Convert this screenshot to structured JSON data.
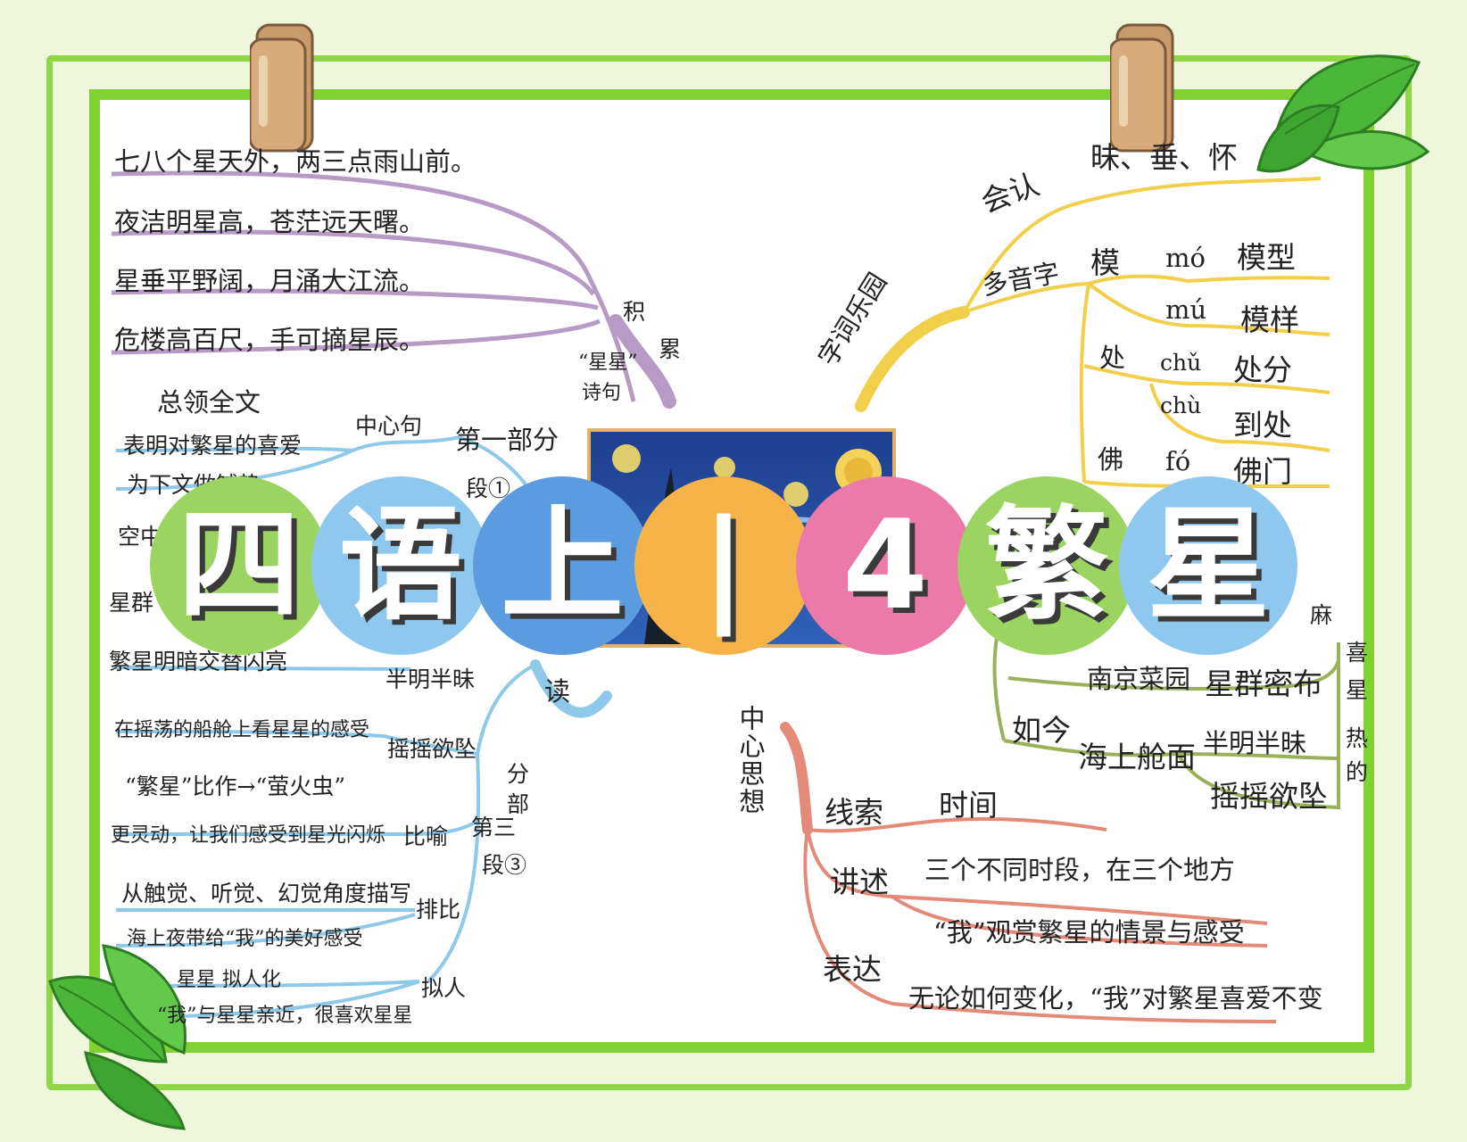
{
  "title": {
    "chars": [
      "四",
      "语",
      "上",
      "|",
      "4",
      "繁",
      "星"
    ],
    "colors": [
      "#9bd460",
      "#8fc8ee",
      "#5b9be0",
      "#f6b34a",
      "#ec7aa8",
      "#9bd460",
      "#8fc8ee"
    ]
  },
  "branch_poems": {
    "label_top": "积",
    "label_bottom": "累",
    "caption_line1": "“星星”",
    "caption_line2": "诗句",
    "lines": [
      "七八个星天外，两三点雨山前。",
      "夜洁明星高，苍茫远天曙。",
      "星垂平野阔，月涌大江流。",
      "危楼高百尺，手可摘星辰。"
    ]
  },
  "branch_words": {
    "label": "字词乐园",
    "huiren": {
      "label": "会认",
      "chars": "昧、垂、怀"
    },
    "duoyin": {
      "label": "多音字",
      "groups": [
        {
          "char": "模",
          "readings": [
            {
              "pinyin": "mó",
              "word": "模型"
            },
            {
              "pinyin": "mú",
              "word": "模样"
            }
          ]
        },
        {
          "char": "处",
          "readings": [
            {
              "pinyin": "chǔ",
              "word": "处分"
            },
            {
              "pinyin": "chù",
              "word": "到处"
            }
          ]
        },
        {
          "char": "佛",
          "readings": [
            {
              "pinyin": "fó",
              "word": "佛门"
            }
          ]
        }
      ]
    }
  },
  "branch_reading": {
    "label": "读",
    "part1": {
      "label": "第一部分",
      "para": "段①",
      "center": "中心句",
      "items": [
        "总领全文",
        "表明对繁星的喜爱",
        "为下文做铺垫"
      ],
      "fragments": [
        "空中",
        "星群"
      ]
    },
    "mid": {
      "item1": "繁星明暗交替闪亮",
      "item2": "半明半昧"
    },
    "part3": {
      "label_fen": "分",
      "label_bu": "部",
      "label_di": "第三",
      "para": "段③",
      "groups": [
        {
          "tag": "摇摇欲坠",
          "items": [
            "在摇荡的船舱上看星星的感受"
          ]
        },
        {
          "tag": "比喻",
          "items": [
            "“繁星”比作→“萤火虫”",
            "更灵动，让我们感受到星光闪烁"
          ]
        },
        {
          "tag": "排比",
          "items": [
            "从触觉、听觉、幻觉角度描写",
            "海上夜带给“我”的美好感受"
          ]
        },
        {
          "tag": "拟人",
          "items": [
            "星星 拟人化",
            "“我”与星星亲近，很喜欢星星"
          ]
        }
      ]
    }
  },
  "branch_time": {
    "items": [
      {
        "label": "南京菜园",
        "detail": "星群密布"
      },
      {
        "label": "如今",
        "place": "海上舱面",
        "details": [
          "半明半昧",
          "摇摇欲坠"
        ]
      }
    ],
    "fragments": [
      "麻",
      "喜",
      "星",
      "热",
      "的"
    ]
  },
  "branch_theme": {
    "label": "中心思想",
    "clue": {
      "label": "线索",
      "value": "时间"
    },
    "narrate": {
      "label": "讲述",
      "lines": [
        "三个不同时段，在三个地方",
        "“我”观赏繁星的情景与感受"
      ]
    },
    "express": {
      "label": "表达",
      "value": "无论如何变化，“我”对繁星喜爱不变"
    }
  },
  "colors": {
    "purple": "#b79ac6",
    "blue": "#8ec9ea",
    "yellow": "#f2cf4a",
    "olive": "#9ab15a",
    "salmon": "#e48a78",
    "frame_green": "#7fd232"
  }
}
